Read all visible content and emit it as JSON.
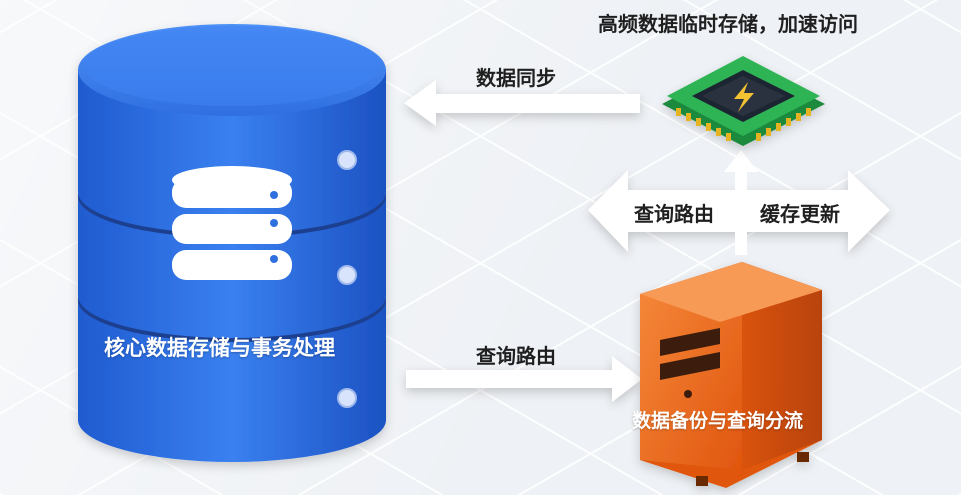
{
  "labels": {
    "database": "核心数据存储与事务处理",
    "cache": "高频数据临时存储，加速访问",
    "server": "数据备份与查询分流",
    "sync": "数据同步",
    "query_route_top": "查询路由",
    "cache_update": "缓存更新",
    "query_route_bottom": "查询路由"
  },
  "colors": {
    "database": "#2f6fe0",
    "cache_chip": "#24a14a",
    "server": "#ef6a1e",
    "arrow": "#ffffff"
  },
  "icons": {
    "chip_symbol": "lightning-bolt-icon",
    "database_symbol": "database-icon"
  }
}
